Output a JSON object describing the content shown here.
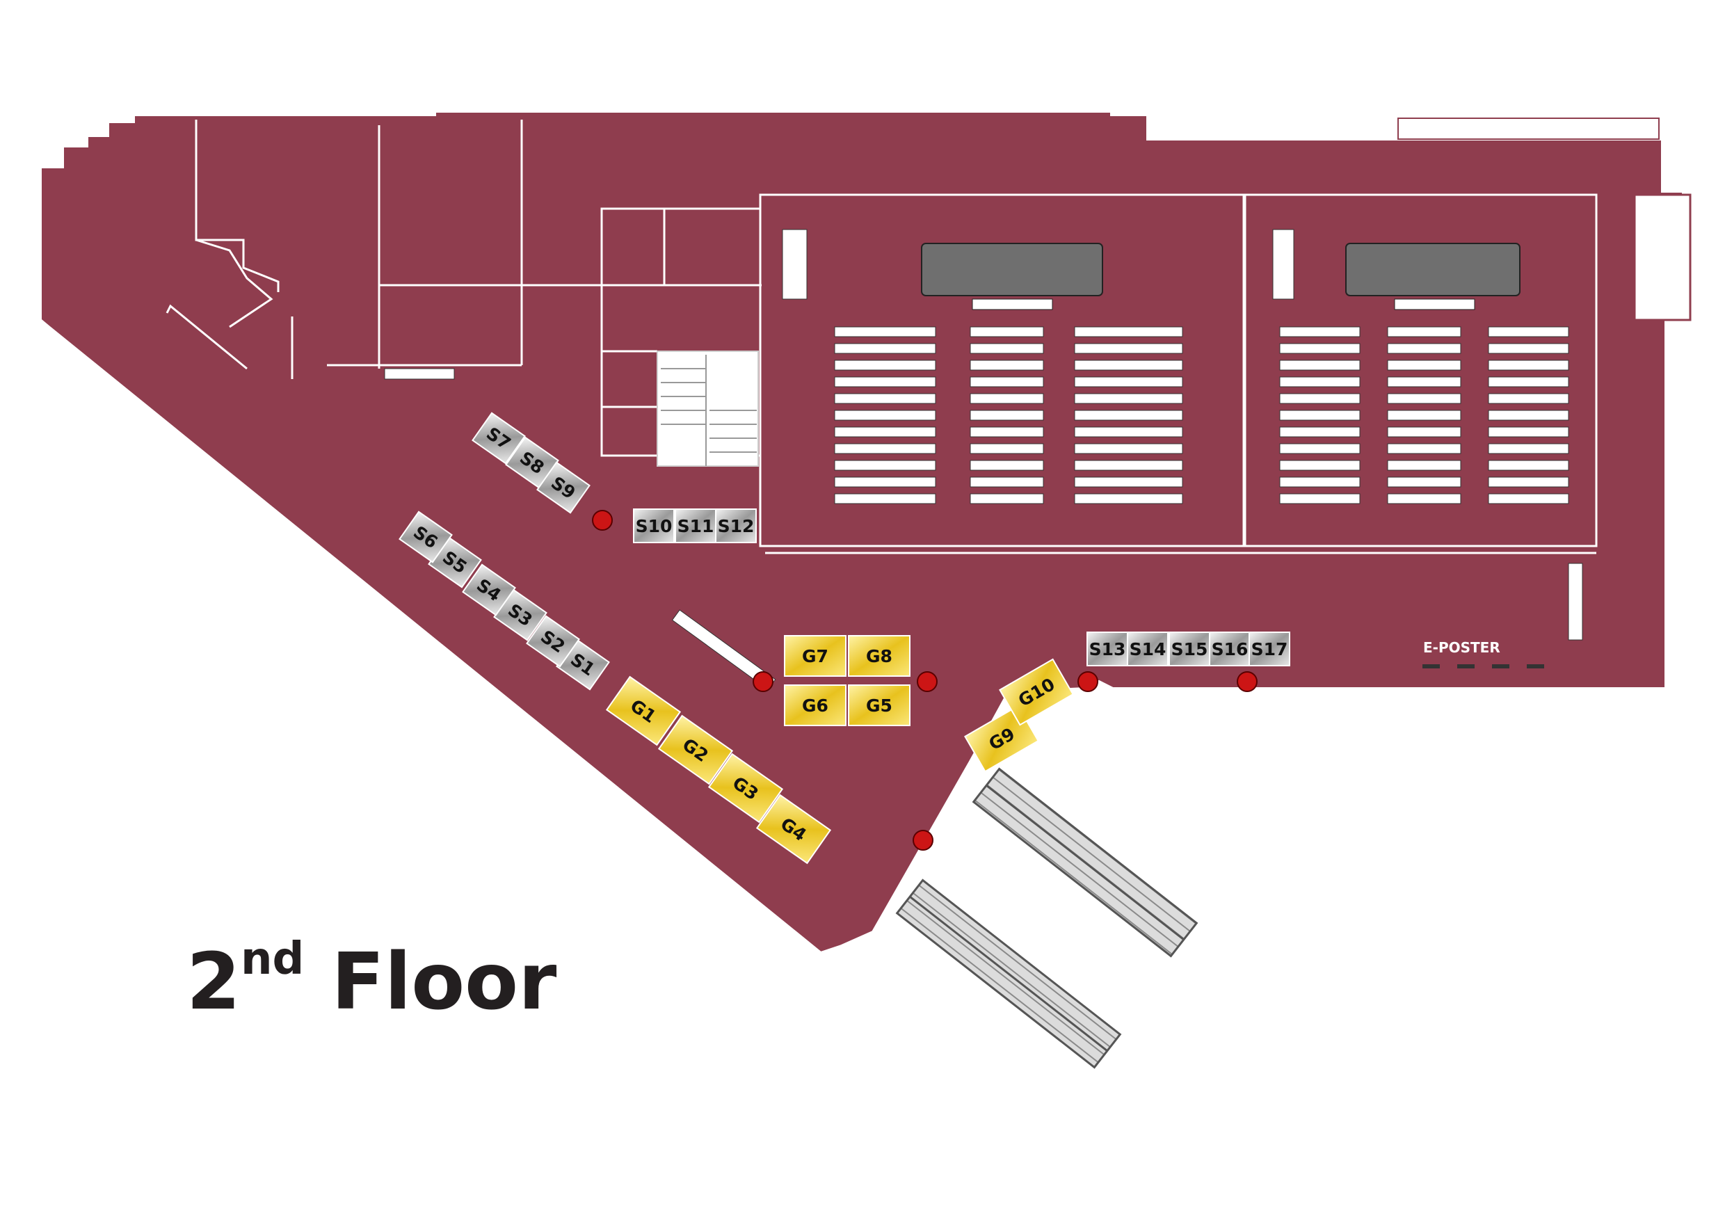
{
  "title": {
    "main": "2",
    "sup": "nd",
    "rest": " Floor"
  },
  "colors": {
    "floor": "#8f3d4e",
    "gold_booth": "#f2d13a",
    "silver_booth": "#bdbdbd",
    "marker": "#cc1515",
    "hall_panel": "#6f6f6f"
  },
  "zones": {
    "eposter": "E-POSTER"
  },
  "booths": {
    "silver": [
      "S1",
      "S2",
      "S3",
      "S4",
      "S5",
      "S6",
      "S7",
      "S8",
      "S9",
      "S10",
      "S11",
      "S12",
      "S13",
      "S14",
      "S15",
      "S16",
      "S17"
    ],
    "gold": [
      "G1",
      "G2",
      "G3",
      "G4",
      "G5",
      "G6",
      "G7",
      "G8",
      "G9",
      "G10"
    ]
  }
}
